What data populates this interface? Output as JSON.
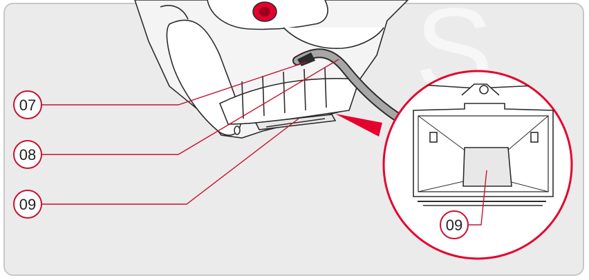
{
  "colors": {
    "background": "#ebebeb",
    "frame": "#c7c7c7",
    "callout_line": "#c8102e",
    "accent_red": "#e4032e",
    "outline": "#2b2b2b",
    "body_fill": "#ffffff"
  },
  "callouts": {
    "c07": "07",
    "c08": "08",
    "c09": "09",
    "c09_detail": "09"
  },
  "watermark": "S"
}
